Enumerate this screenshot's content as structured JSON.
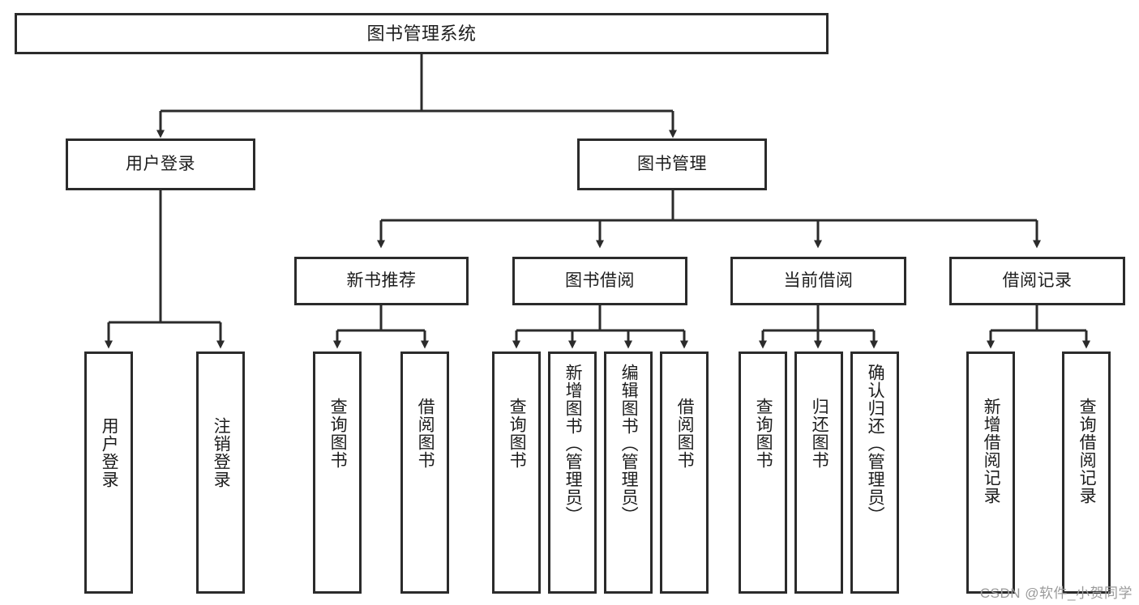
{
  "diagram": {
    "title": "图书管理系统",
    "type": "tree-hierarchy",
    "root": {
      "label": "图书管理系统"
    },
    "level2": [
      {
        "label": "用户登录"
      },
      {
        "label": "图书管理"
      }
    ],
    "level3": [
      {
        "label": "新书推荐"
      },
      {
        "label": "图书借阅"
      },
      {
        "label": "当前借阅"
      },
      {
        "label": "借阅记录"
      }
    ],
    "leaves": {
      "user_login": [
        {
          "label": "用户登录"
        },
        {
          "label": "注销登录"
        }
      ],
      "new_book_recommend": [
        {
          "label": "查询图书"
        },
        {
          "label": "借阅图书"
        }
      ],
      "book_borrow": [
        {
          "label": "查询图书"
        },
        {
          "label": "新增图书（管理员）"
        },
        {
          "label": "编辑图书（管理员）"
        },
        {
          "label": "借阅图书"
        }
      ],
      "current_borrow": [
        {
          "label": "查询图书"
        },
        {
          "label": "归还图书"
        },
        {
          "label": "确认归还（管理员）"
        }
      ],
      "borrow_record": [
        {
          "label": "新增借阅记录"
        },
        {
          "label": "查询借阅记录"
        }
      ]
    }
  },
  "watermark": {
    "text": "CSDN @软件_小贺同学"
  },
  "colors": {
    "border": "#2b2b2b",
    "background": "#ffffff",
    "text": "#1d1d1d",
    "watermark": "#9a9a9a"
  }
}
